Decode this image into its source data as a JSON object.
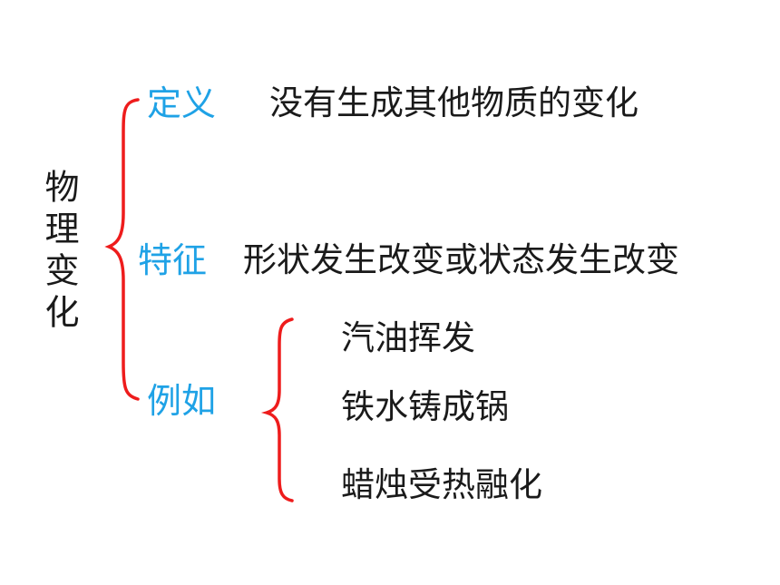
{
  "root": {
    "title": "物理变化"
  },
  "colors": {
    "label": "#1fa2e6",
    "brace": "#ee1c1c",
    "text": "#1a1a1a"
  },
  "branches": [
    {
      "label": "定义",
      "content": "没有生成其他物质的变化"
    },
    {
      "label": "特征",
      "content": "形状发生改变或状态发生改变"
    },
    {
      "label": "例如",
      "examples": [
        "汽油挥发",
        "铁水铸成锅",
        "蜡烛受热融化"
      ]
    }
  ]
}
